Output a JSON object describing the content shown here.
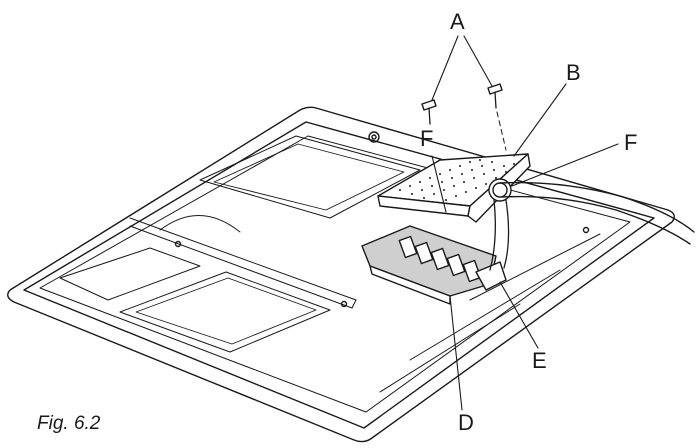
{
  "labels": {
    "a": "A",
    "b": "B",
    "f_left": "F",
    "f_right": "F",
    "d": "D",
    "e": "E"
  },
  "caption": "Fig. 6.2",
  "colors": {
    "line": "#1a1a1a",
    "shade": "#cfcfcf",
    "panel": "#ffffff"
  }
}
